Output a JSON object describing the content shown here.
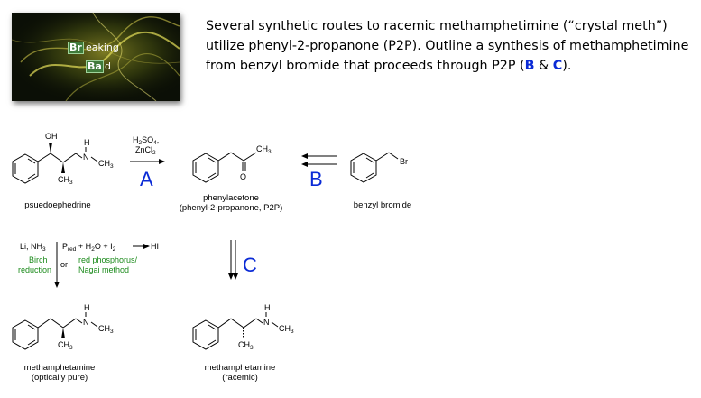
{
  "logo": {
    "line1_box": "Br",
    "line1_rest": "eaking",
    "line2_box": "Ba",
    "line2_rest": "d"
  },
  "prompt": {
    "text_before": "Several synthetic routes to racemic methamphetimine (“crystal meth”) utilize phenyl-2-propanone (P2P). Outline a synthesis of methamphetimine from benzyl bromide that proceeds through P2P (",
    "route_b": "B",
    "connector": " & ",
    "route_c": "C",
    "text_after": ")."
  },
  "compounds": {
    "pseudoephedrine": "psuedoephedrine",
    "p2p_name": "phenylacetone",
    "p2p_alt": "(phenyl-2-propanone, P2P)",
    "benzyl_bromide": "benzyl bromide",
    "meth_pure_name": "methamphetamine",
    "meth_pure_note": "(optically pure)",
    "meth_racemic_name": "methamphetamine",
    "meth_racemic_note": "(racemic)"
  },
  "atoms": {
    "oh": "OH",
    "h": "H",
    "n": "N",
    "ch3": "CH",
    "three": "3",
    "o": "O",
    "br": "Br"
  },
  "routes": {
    "a_label": "A",
    "b_label": "B",
    "c_label": "C",
    "a_reagent1_main": "H",
    "a_reagent1_sub1": "2",
    "a_reagent1_mid": "SO",
    "a_reagent1_sub2": "4",
    "a_reagent1_end": ",",
    "a_reagent2_main": "ZnCl",
    "a_reagent2_sub": "2",
    "birch_reagent": "Li, NH",
    "birch_reagent_sub": "3",
    "birch_name1": "Birch",
    "birch_name2": "reduction",
    "or": "or",
    "hi_p": "P",
    "hi_p_sub": "red",
    "hi_plus_h2o": " + H",
    "hi_h2o_sub": "2",
    "hi_o_plus_i": "O + I",
    "hi_i_sub": "2",
    "hi_product": "HI",
    "hi_name1": "red phosphorus/",
    "hi_name2": "Nagai method"
  },
  "colors": {
    "accent_blue": "#0b2bd6",
    "note_green": "#1a8a1a",
    "logo_green": "#3f7a3a"
  }
}
